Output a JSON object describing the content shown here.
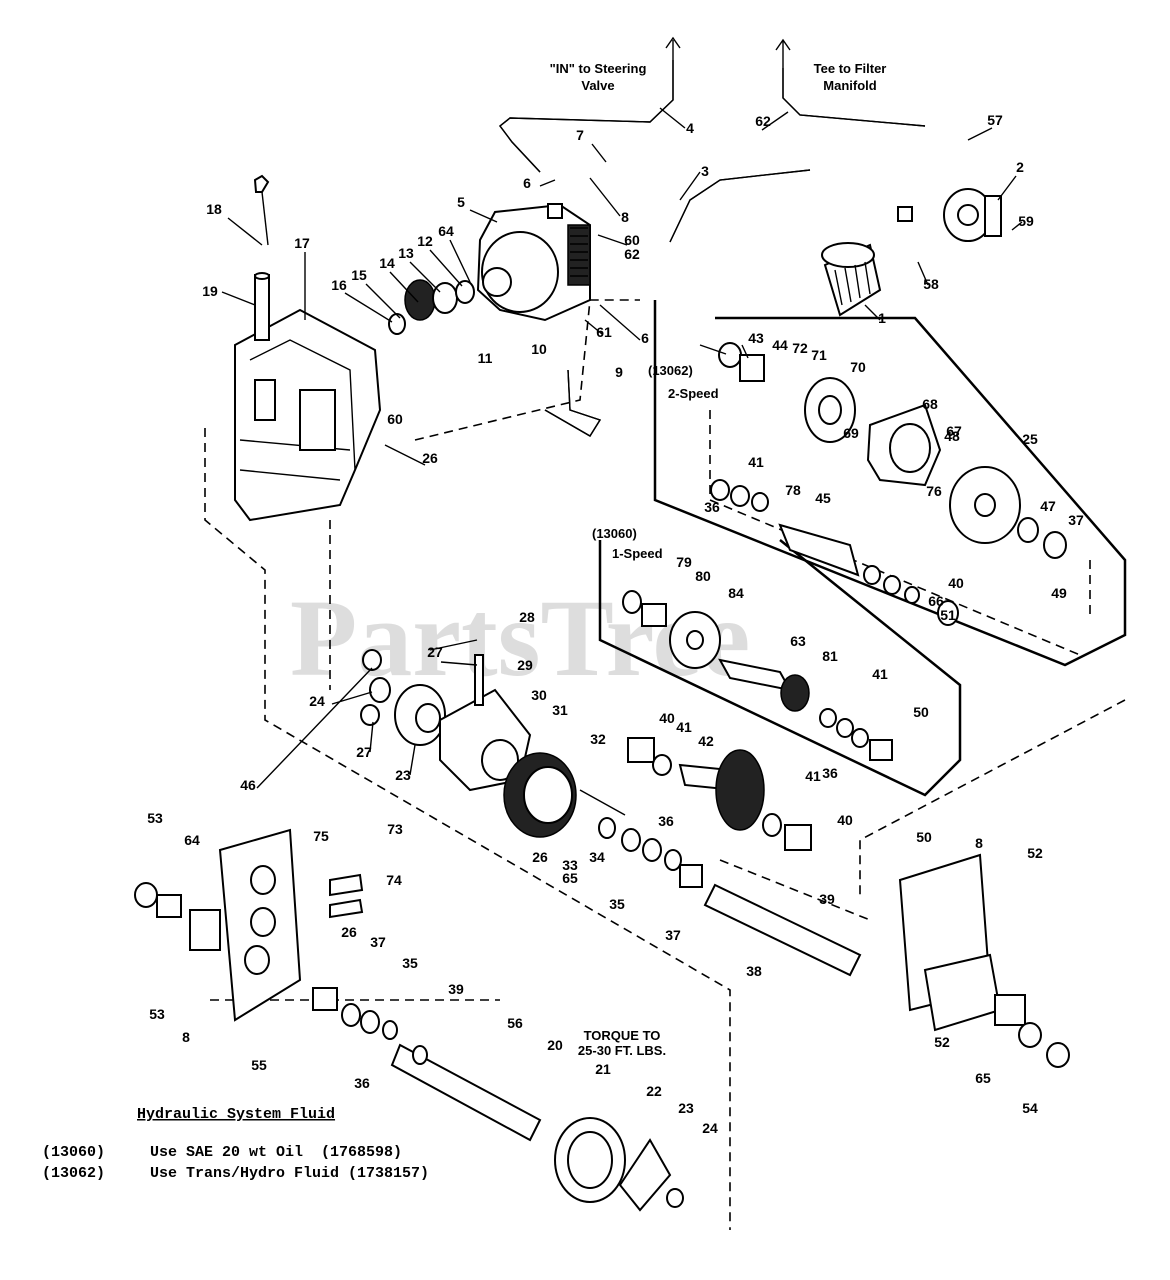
{
  "watermark": "PartsTree",
  "notes": {
    "in_to_steering": "\"IN\" to Steering\nValve",
    "tee_to_filter": "Tee to Filter\nManifold",
    "group_2speed_code": "(13062)",
    "group_2speed_name": "2-Speed",
    "group_1speed_code": "(13060)",
    "group_1speed_name": "1-Speed",
    "torque": "TORQUE TO\n25-30 FT. LBS."
  },
  "fluid": {
    "heading": "Hydraulic System Fluid",
    "line1_code": "(13060)",
    "line1_text": "Use SAE 20 wt Oil  (1768598)",
    "line2_code": "(13062)",
    "line2_text": "Use Trans/Hydro Fluid (1738157)"
  },
  "callouts": [
    "1",
    "2",
    "3",
    "4",
    "5",
    "6",
    "6",
    "7",
    "8",
    "8",
    "8",
    "9",
    "10",
    "11",
    "12",
    "13",
    "14",
    "15",
    "16",
    "17",
    "18",
    "19",
    "20",
    "21",
    "22",
    "23",
    "23",
    "24",
    "24",
    "25",
    "26",
    "26",
    "26",
    "27",
    "27",
    "28",
    "29",
    "30",
    "31",
    "32",
    "33",
    "34",
    "35",
    "35",
    "36",
    "36",
    "36",
    "36",
    "37",
    "37",
    "37",
    "38",
    "39",
    "39",
    "40",
    "40",
    "40",
    "41",
    "41",
    "41",
    "41",
    "42",
    "43",
    "44",
    "45",
    "46",
    "47",
    "48",
    "49",
    "50",
    "50",
    "51",
    "52",
    "52",
    "53",
    "53",
    "54",
    "55",
    "56",
    "57",
    "58",
    "59",
    "60",
    "60",
    "61",
    "62",
    "62",
    "63",
    "64",
    "64",
    "65",
    "65",
    "66",
    "67",
    "68",
    "69",
    "70",
    "71",
    "72",
    "73",
    "74",
    "75",
    "76",
    "78",
    "79",
    "80",
    "81",
    "84"
  ]
}
